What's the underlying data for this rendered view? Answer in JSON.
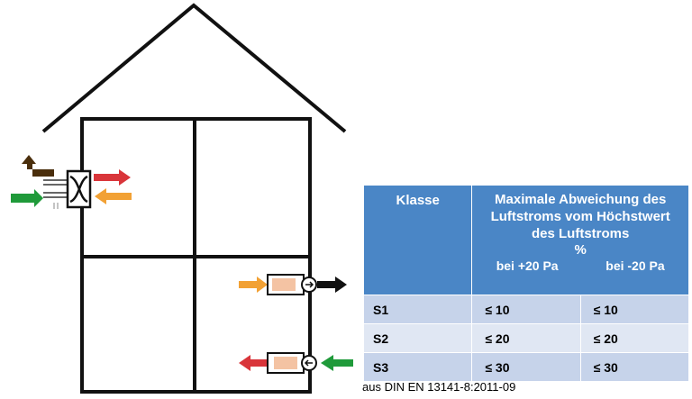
{
  "table": {
    "header": {
      "class_col": "Klasse",
      "deviation_title_line1": "Maximale Abweichung des",
      "deviation_title_line2": "Luftstroms vom Höchstwert",
      "deviation_title_line3": "des Luftstroms",
      "unit": "%",
      "sub_plus": "bei +20 Pa",
      "sub_minus": "bei -20 Pa"
    },
    "rows": [
      {
        "klasse": "S1",
        "plus": "≤ 10",
        "minus": "≤ 10"
      },
      {
        "klasse": "S2",
        "plus": "≤ 20",
        "minus": "≤ 20"
      },
      {
        "klasse": "S3",
        "plus": "≤ 30",
        "minus": "≤ 30"
      }
    ]
  },
  "source": "aus DIN EN 13141-8:2011-09",
  "colors": {
    "header_blue": "#4a86c6",
    "row_odd": "#c6d3ea",
    "row_even": "#e0e7f3",
    "arrow_exhaust_brown": "#4a2e0c",
    "arrow_supply_red": "#d9353a",
    "arrow_fresh_green": "#1f9a3a",
    "arrow_extract_orange": "#f2a134",
    "duct_fill": "#f4c3a3"
  },
  "icons": [
    "heat-exchanger-icon",
    "fan-icon",
    "arrow-icon"
  ]
}
